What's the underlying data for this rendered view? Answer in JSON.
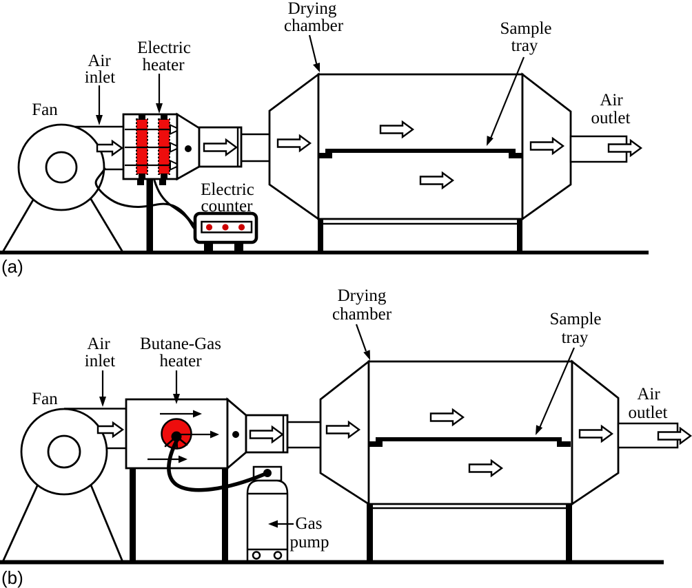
{
  "colors": {
    "heater_red": "#ee0d0d",
    "counter_dot_red": "#cc0000",
    "ink": "#000000"
  },
  "panel_a": {
    "tag": "(a)",
    "labels": {
      "fan": "Fan",
      "air_inlet": [
        "Air",
        "inlet"
      ],
      "electric_heater": [
        "Electric",
        "heater"
      ],
      "electric_counter": [
        "Electric",
        "counter"
      ],
      "drying_chamber": [
        "Drying",
        "chamber"
      ],
      "sample_tray": [
        "Sample",
        "tray"
      ],
      "air_outlet": [
        "Air",
        "outlet"
      ]
    }
  },
  "panel_b": {
    "tag": "(b)",
    "labels": {
      "fan": "Fan",
      "air_inlet": [
        "Air",
        "inlet"
      ],
      "butane_gas_heater": [
        "Butane-Gas",
        "heater"
      ],
      "gas_pump": [
        "Gas",
        "pump"
      ],
      "drying_chamber": [
        "Drying",
        "chamber"
      ],
      "sample_tray": [
        "Sample",
        "tray"
      ],
      "air_outlet": [
        "Air",
        "outlet"
      ]
    }
  }
}
